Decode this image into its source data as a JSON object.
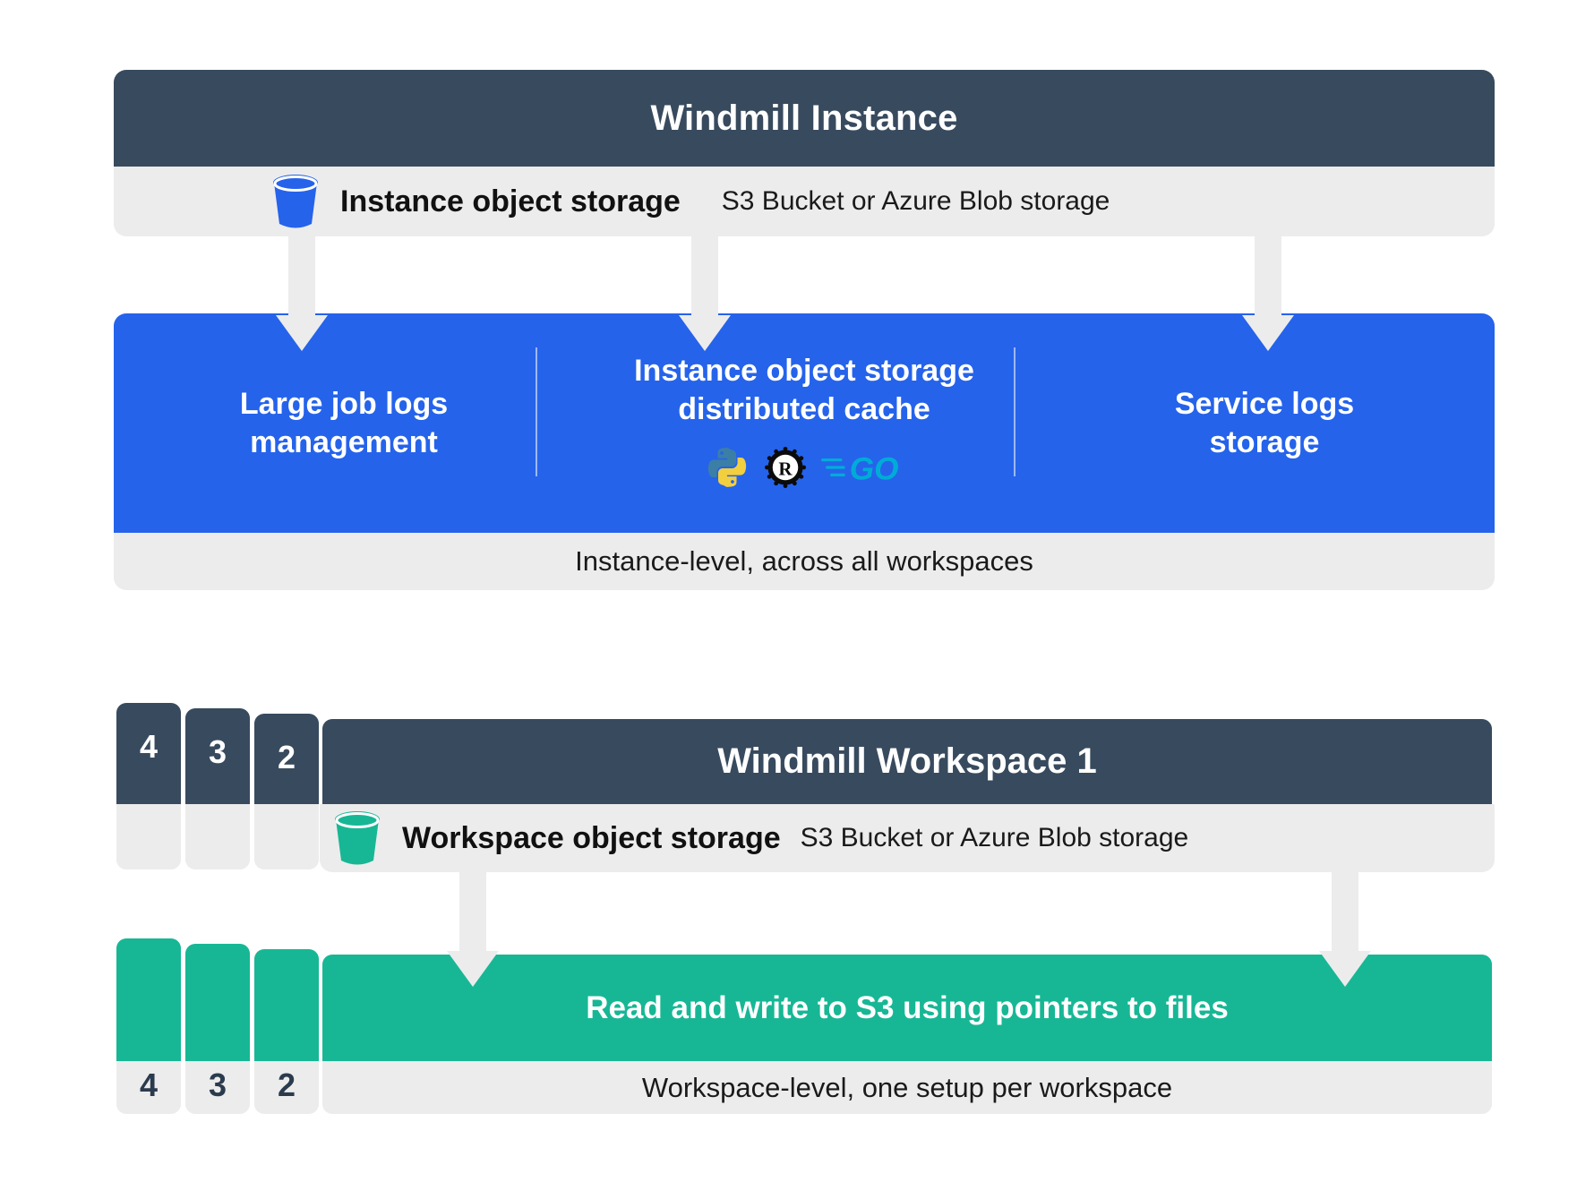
{
  "instance": {
    "title": "Windmill Instance",
    "storage": {
      "icon": "blue-bucket-icon",
      "label": "Instance object storage",
      "sub": "S3 Bucket or Azure Blob storage",
      "color": "#2563eb"
    },
    "columns": [
      {
        "title": "Large job logs\nmanagement"
      },
      {
        "title": "Instance object storage\ndistributed cache",
        "icons": [
          "python-icon",
          "rust-icon",
          "go-icon"
        ]
      },
      {
        "title": "Service logs\nstorage"
      }
    ],
    "footer": "Instance-level, across all workspaces",
    "band_color": "#2563eb"
  },
  "workspace": {
    "title": "Windmill Workspace 1",
    "stack_numbers": [
      "4",
      "3",
      "2"
    ],
    "storage": {
      "icon": "teal-bucket-icon",
      "label": "Workspace object storage",
      "sub": "S3 Bucket or Azure Blob storage",
      "color": "#17b795"
    },
    "band_text": "Read and write to S3 using pointers to files",
    "footer": "Workspace-level, one setup per workspace",
    "band_color": "#17b795"
  },
  "colors": {
    "dark": "#384a5e",
    "gray": "#ececec",
    "blue": "#2563eb",
    "teal": "#17b795"
  }
}
